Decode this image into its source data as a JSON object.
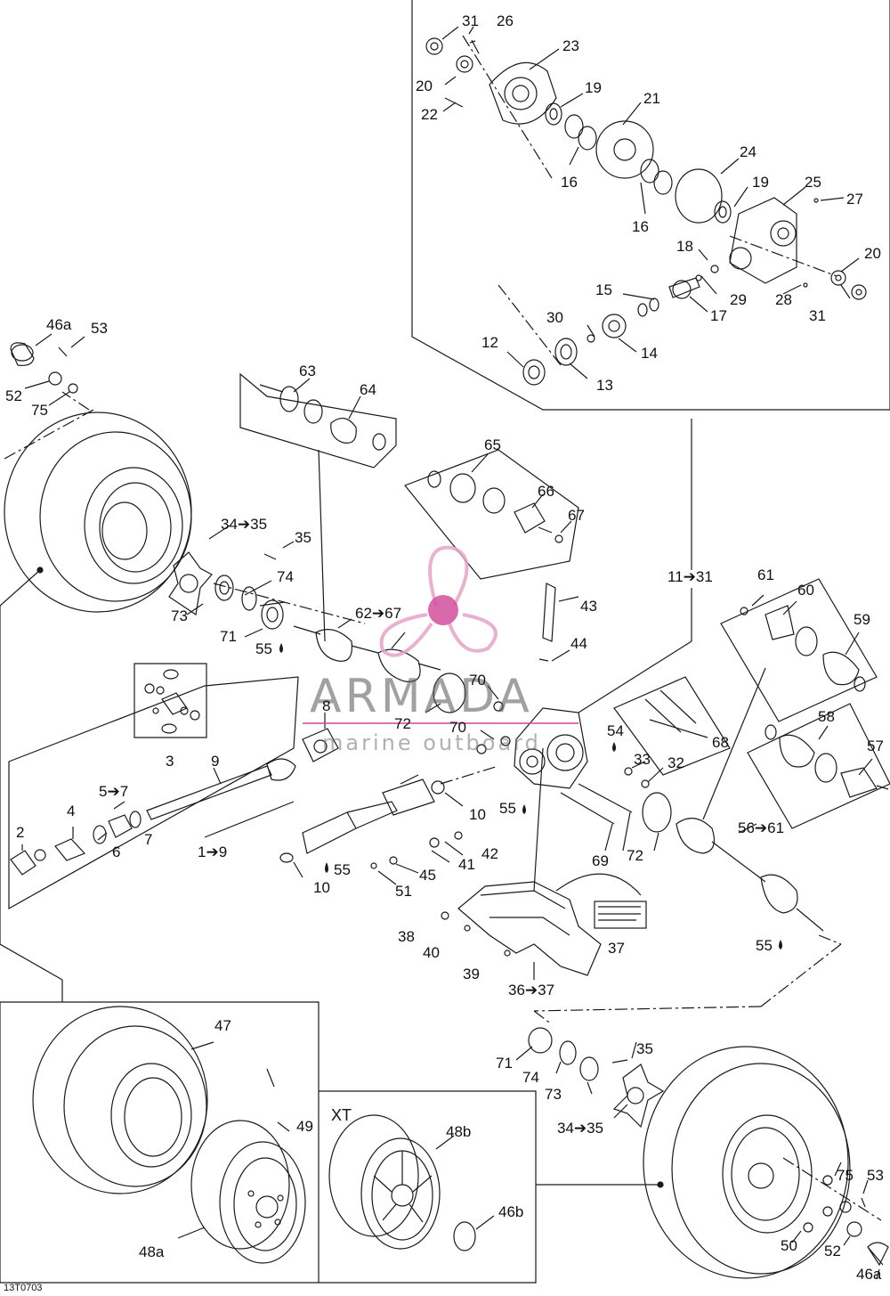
{
  "diagram": {
    "code": "13T0703",
    "variant_tag": "XT",
    "watermark": {
      "brand": "ARMADA",
      "tagline": "marine outboard"
    },
    "callouts": {
      "c31a": "31",
      "c26": "26",
      "c23": "23",
      "c20a": "20",
      "c22": "22",
      "c19a": "19",
      "c21": "21",
      "c16a": "16",
      "c24": "24",
      "c16b": "16",
      "c19b": "19",
      "c25": "25",
      "c27": "27",
      "c18": "18",
      "c20b": "20",
      "c15": "15",
      "c29": "29",
      "c28": "28",
      "c17": "17",
      "c31b": "31",
      "c30": "30",
      "c12": "12",
      "c14": "14",
      "c13": "13",
      "c46a_tl": "46a",
      "c53_tl": "53",
      "c52_tl": "52",
      "c75_tl": "75",
      "c63": "63",
      "c64": "64",
      "c65": "65",
      "c66": "66",
      "c67": "67",
      "c34_35_tl": "34➔35",
      "c35_tl": "35",
      "c74_tl": "74",
      "c73_tl": "73",
      "c71_tl": "71",
      "c55_tl": "55",
      "c62_67": "62➔67",
      "c11_31": "11➔31",
      "c61": "61",
      "c60": "60",
      "c59": "59",
      "c43": "43",
      "c44": "44",
      "c70a": "70",
      "c70b": "70",
      "c72a": "72",
      "c8": "8",
      "c3": "3",
      "c9": "9",
      "c54": "54",
      "c68": "68",
      "c33": "33",
      "c32": "32",
      "c58": "58",
      "c57": "57",
      "c5_7": "5➔7",
      "c4": "4",
      "c2": "2",
      "c7": "7",
      "c6": "6",
      "c1_9": "1➔9",
      "c10a": "10",
      "c55_mid": "55",
      "c55_case": "55",
      "c42": "42",
      "c41": "41",
      "c45": "45",
      "c10b": "10",
      "c51": "51",
      "c69": "69",
      "c72b": "72",
      "c56_61": "56➔61",
      "c38": "38",
      "c40": "40",
      "c39": "39",
      "c37": "37",
      "c36_37": "36➔37",
      "c55_br": "55",
      "c47": "47",
      "c49": "49",
      "c48a": "48a",
      "c48b": "48b",
      "c46b": "46b",
      "c35_br": "35",
      "c71_br": "71",
      "c74_br": "74",
      "c73_br": "73",
      "c34_35_br": "34➔35",
      "c75_br": "75",
      "c53_br": "53",
      "c50": "50",
      "c52_br": "52",
      "c46a_br": "46a"
    }
  },
  "colors": {
    "line": "#1a1a1a",
    "watermark_pink": "#e6a3c8",
    "watermark_magenta": "#d44f9e"
  }
}
